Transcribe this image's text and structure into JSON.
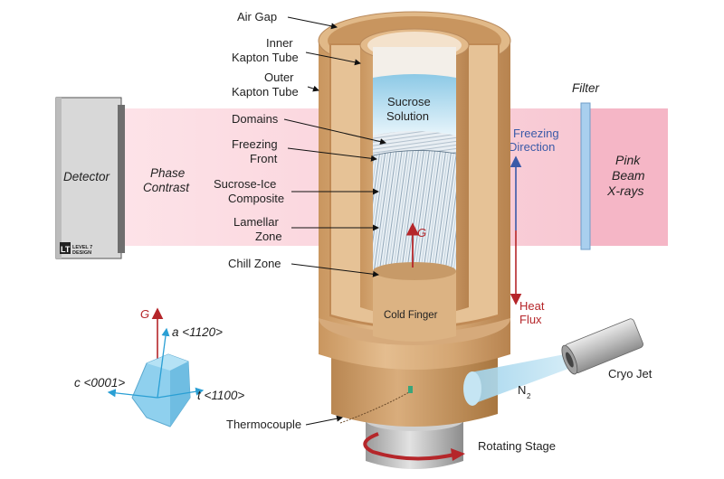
{
  "labels": {
    "air_gap": "Air Gap",
    "inner_kapton_1": "Inner",
    "inner_kapton_2": "Kapton Tube",
    "outer_kapton_1": "Outer",
    "outer_kapton_2": "Kapton Tube",
    "domains": "Domains",
    "freezing_front_1": "Freezing",
    "freezing_front_2": "Front",
    "sucrose_ice_1": "Sucrose-Ice",
    "sucrose_ice_2": "Composite",
    "lamellar_1": "Lamellar",
    "lamellar_2": "Zone",
    "chill_zone": "Chill Zone",
    "sucrose_solution_1": "Sucrose",
    "sucrose_solution_2": "Solution",
    "cold_finger": "Cold Finger",
    "thermocouple": "Thermocouple",
    "rotating_stage": "Rotating Stage",
    "cryo_jet": "Cryo Jet",
    "n2": "N",
    "n2_sub": "2",
    "detector": "Detector",
    "phase_contrast_1": "Phase",
    "phase_contrast_2": "Contrast",
    "filter": "Filter",
    "freezing_direction_1": "Freezing",
    "freezing_direction_2": "Direction",
    "heat_flux_1": "Heat",
    "heat_flux_2": "Flux",
    "pink_beam_1": "Pink",
    "pink_beam_2": "Beam",
    "pink_beam_3": "X-rays",
    "g_vector": "G",
    "crystal_g": "G",
    "crystal_a": "a <1120>",
    "crystal_c": "c <0001>",
    "crystal_t": "t <1100>",
    "logo_mark": "LT",
    "logo_text_1": "LEVEL 7",
    "logo_text_2": "DESIGN"
  },
  "colors": {
    "beam": "#f7c9d3",
    "tube": "#d7a878",
    "tube_dark": "#b98a5c",
    "solution": "#bfe3f3",
    "ice": "#e6eef4",
    "crystal": "#8fd0ee",
    "detector": "#d9d9d9",
    "filter": "#a9cfee",
    "arrow_red": "#b5262a",
    "arrow_blue": "#3a5aa8",
    "axis_cyan": "#2a9fd4"
  }
}
